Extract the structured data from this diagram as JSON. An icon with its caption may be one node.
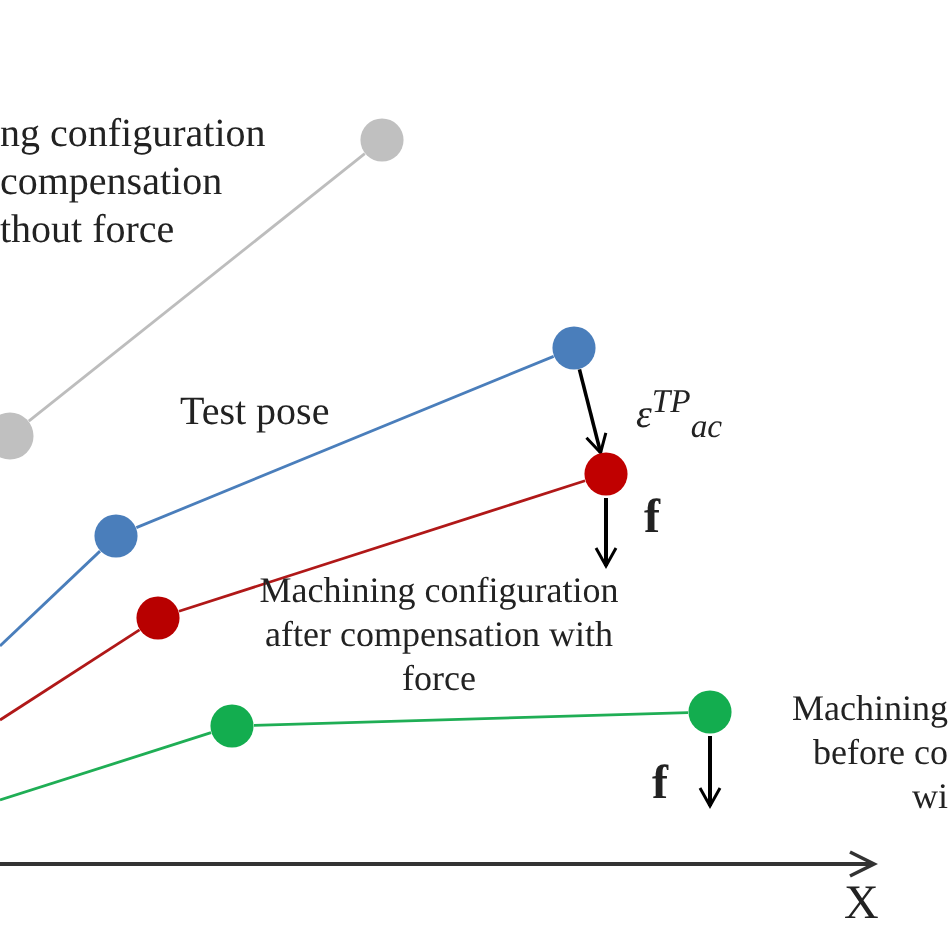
{
  "diagram": {
    "nodes": [
      {
        "text": [],
        "shape": "circle"
      },
      {
        "text": [],
        "shape": "circle"
      },
      {
        "text": [],
        "shape": "circle"
      },
      {
        "text": [],
        "shape": "circle"
      },
      {
        "text": [],
        "shape": "circle"
      },
      {
        "text": [],
        "shape": "circle"
      },
      {
        "text": [],
        "shape": "circle"
      },
      {
        "text": [],
        "shape": "circle"
      }
    ],
    "edges": [
      {
        "from": 1,
        "to": 0,
        "arrow": "none",
        "color": "#bdbdbd"
      },
      {
        "from": null,
        "to": 2,
        "arrow": "none",
        "color": "#4a7ebb"
      },
      {
        "from": 2,
        "to": 3,
        "arrow": "none",
        "color": "#4a7ebb"
      },
      {
        "from": null,
        "to": 4,
        "arrow": "none",
        "color": "#b01818"
      },
      {
        "from": 4,
        "to": 5,
        "arrow": "none",
        "color": "#b01818"
      },
      {
        "from": null,
        "to": 6,
        "arrow": "none",
        "color": "#1fae55"
      },
      {
        "from": 6,
        "to": 7,
        "arrow": "none",
        "color": "#1fae55"
      },
      {
        "from": 3,
        "to": 5,
        "arrow": "to",
        "label": "ε$^{TP}$$_{ac}$",
        "color": "#000000"
      }
    ],
    "labels": [
      "ng configuration compensation thout force",
      "Test pose",
      "f",
      "Machining configuration after compensation with force",
      "Machining before co wi",
      "f",
      "X"
    ]
  }
}
